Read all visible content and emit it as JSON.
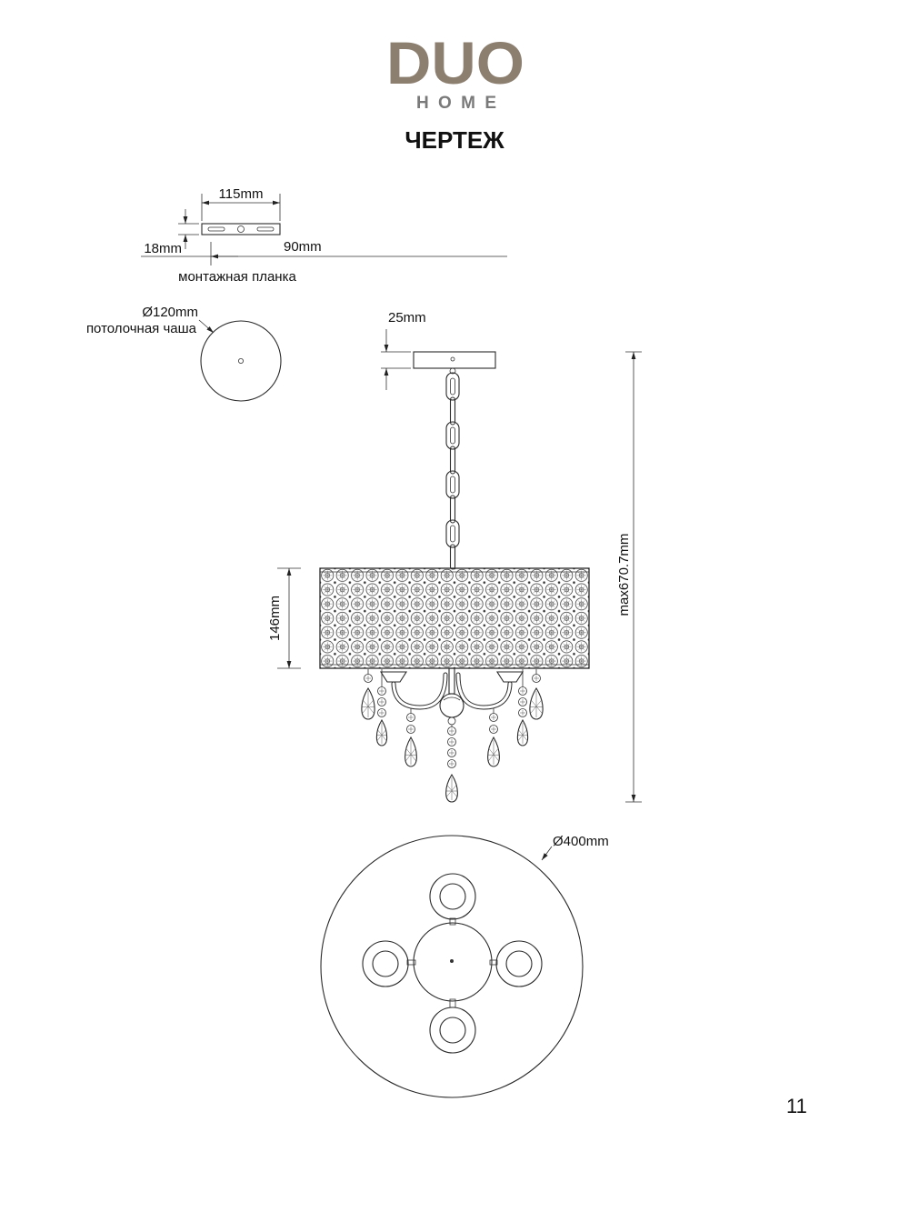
{
  "logo": {
    "brand": "DUO",
    "sub": "HOME"
  },
  "title": "ЧЕРТЕЖ",
  "mounting_plate": {
    "width_dim": "115mm",
    "height_dim": "18mm",
    "hole_dim": "90mm",
    "label": "монтажная планка"
  },
  "ceiling_cup": {
    "diameter_dim": "Ø120mm",
    "label": "потолочная чаша"
  },
  "side_view": {
    "canopy_height_dim": "25mm",
    "total_height_dim": "max670.7mm",
    "shade_height_dim": "146mm"
  },
  "bottom_view": {
    "diameter_dim": "Ø400mm"
  },
  "page_number": "11",
  "colors": {
    "logo": "#8c7f70",
    "logo_sub": "#7a7a7a",
    "line": "#2a2a2a"
  }
}
